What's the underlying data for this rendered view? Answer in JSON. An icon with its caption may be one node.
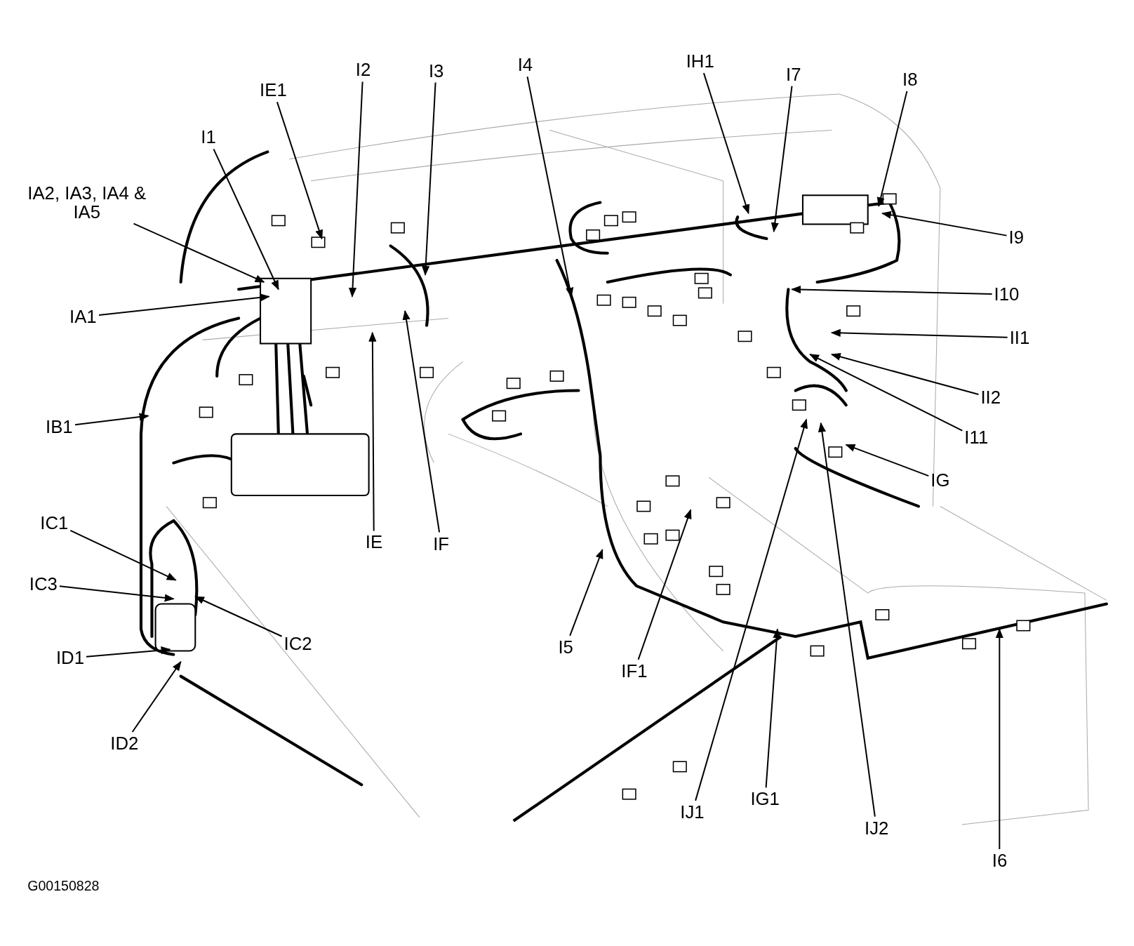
{
  "diagram": {
    "nodes": [
      {
        "text": [
          "IA2, IA3, IA4 & IA5"
        ]
      },
      {
        "text": [
          "I1"
        ]
      },
      {
        "text": [
          "IE1"
        ]
      },
      {
        "text": [
          "I2"
        ]
      },
      {
        "text": [
          "I3"
        ]
      },
      {
        "text": [
          "I4"
        ]
      },
      {
        "text": [
          "IH1"
        ]
      },
      {
        "text": [
          "I7"
        ]
      },
      {
        "text": [
          "I8"
        ]
      },
      {
        "text": [
          "I9"
        ]
      },
      {
        "text": [
          "I10"
        ]
      },
      {
        "text": [
          "II1"
        ]
      },
      {
        "text": [
          "IA1"
        ]
      },
      {
        "text": [
          "II2"
        ]
      },
      {
        "text": [
          "I11"
        ]
      },
      {
        "text": [
          "IB1"
        ]
      },
      {
        "text": [
          "IG"
        ]
      },
      {
        "text": [
          "IE"
        ]
      },
      {
        "text": [
          "IF"
        ]
      },
      {
        "text": [
          "IC1"
        ]
      },
      {
        "text": [
          "IC3"
        ]
      },
      {
        "text": [
          "IC2"
        ]
      },
      {
        "text": [
          "I5"
        ]
      },
      {
        "text": [
          "IF1"
        ]
      },
      {
        "text": [
          "ID1"
        ]
      },
      {
        "text": [
          "ID2"
        ]
      },
      {
        "text": [
          "IJ1"
        ]
      },
      {
        "text": [
          "IG1"
        ]
      },
      {
        "text": [
          "IJ2"
        ]
      },
      {
        "text": [
          "I6"
        ]
      }
    ],
    "edges": [
      {
        "from": 0,
        "to": null,
        "arrow": "to"
      },
      {
        "from": 1,
        "to": null,
        "arrow": "to"
      },
      {
        "from": 2,
        "to": null,
        "arrow": "to"
      },
      {
        "from": 3,
        "to": null,
        "arrow": "to"
      },
      {
        "from": 4,
        "to": null,
        "arrow": "to"
      },
      {
        "from": 5,
        "to": null,
        "arrow": "to"
      },
      {
        "from": 6,
        "to": null,
        "arrow": "to"
      },
      {
        "from": 7,
        "to": null,
        "arrow": "to"
      },
      {
        "from": 8,
        "to": null,
        "arrow": "to"
      },
      {
        "from": 9,
        "to": null,
        "arrow": "to"
      },
      {
        "from": 10,
        "to": null,
        "arrow": "to"
      },
      {
        "from": 11,
        "to": null,
        "arrow": "to"
      },
      {
        "from": 12,
        "to": null,
        "arrow": "to"
      },
      {
        "from": 13,
        "to": null,
        "arrow": "to"
      },
      {
        "from": 14,
        "to": null,
        "arrow": "to"
      },
      {
        "from": 15,
        "to": null,
        "arrow": "to"
      },
      {
        "from": 16,
        "to": null,
        "arrow": "to"
      },
      {
        "from": 17,
        "to": null,
        "arrow": "to"
      },
      {
        "from": 18,
        "to": null,
        "arrow": "to"
      },
      {
        "from": 19,
        "to": null,
        "arrow": "to"
      },
      {
        "from": 20,
        "to": null,
        "arrow": "to"
      },
      {
        "from": 21,
        "to": null,
        "arrow": "to"
      },
      {
        "from": 22,
        "to": null,
        "arrow": "to"
      },
      {
        "from": 23,
        "to": null,
        "arrow": "to"
      },
      {
        "from": 24,
        "to": null,
        "arrow": "to"
      },
      {
        "from": 25,
        "to": null,
        "arrow": "to"
      },
      {
        "from": 26,
        "to": null,
        "arrow": "to"
      },
      {
        "from": 27,
        "to": null,
        "arrow": "to"
      },
      {
        "from": 28,
        "to": null,
        "arrow": "to"
      },
      {
        "from": 29,
        "to": null,
        "arrow": "to"
      }
    ],
    "labels": [
      "G00150828"
    ]
  }
}
